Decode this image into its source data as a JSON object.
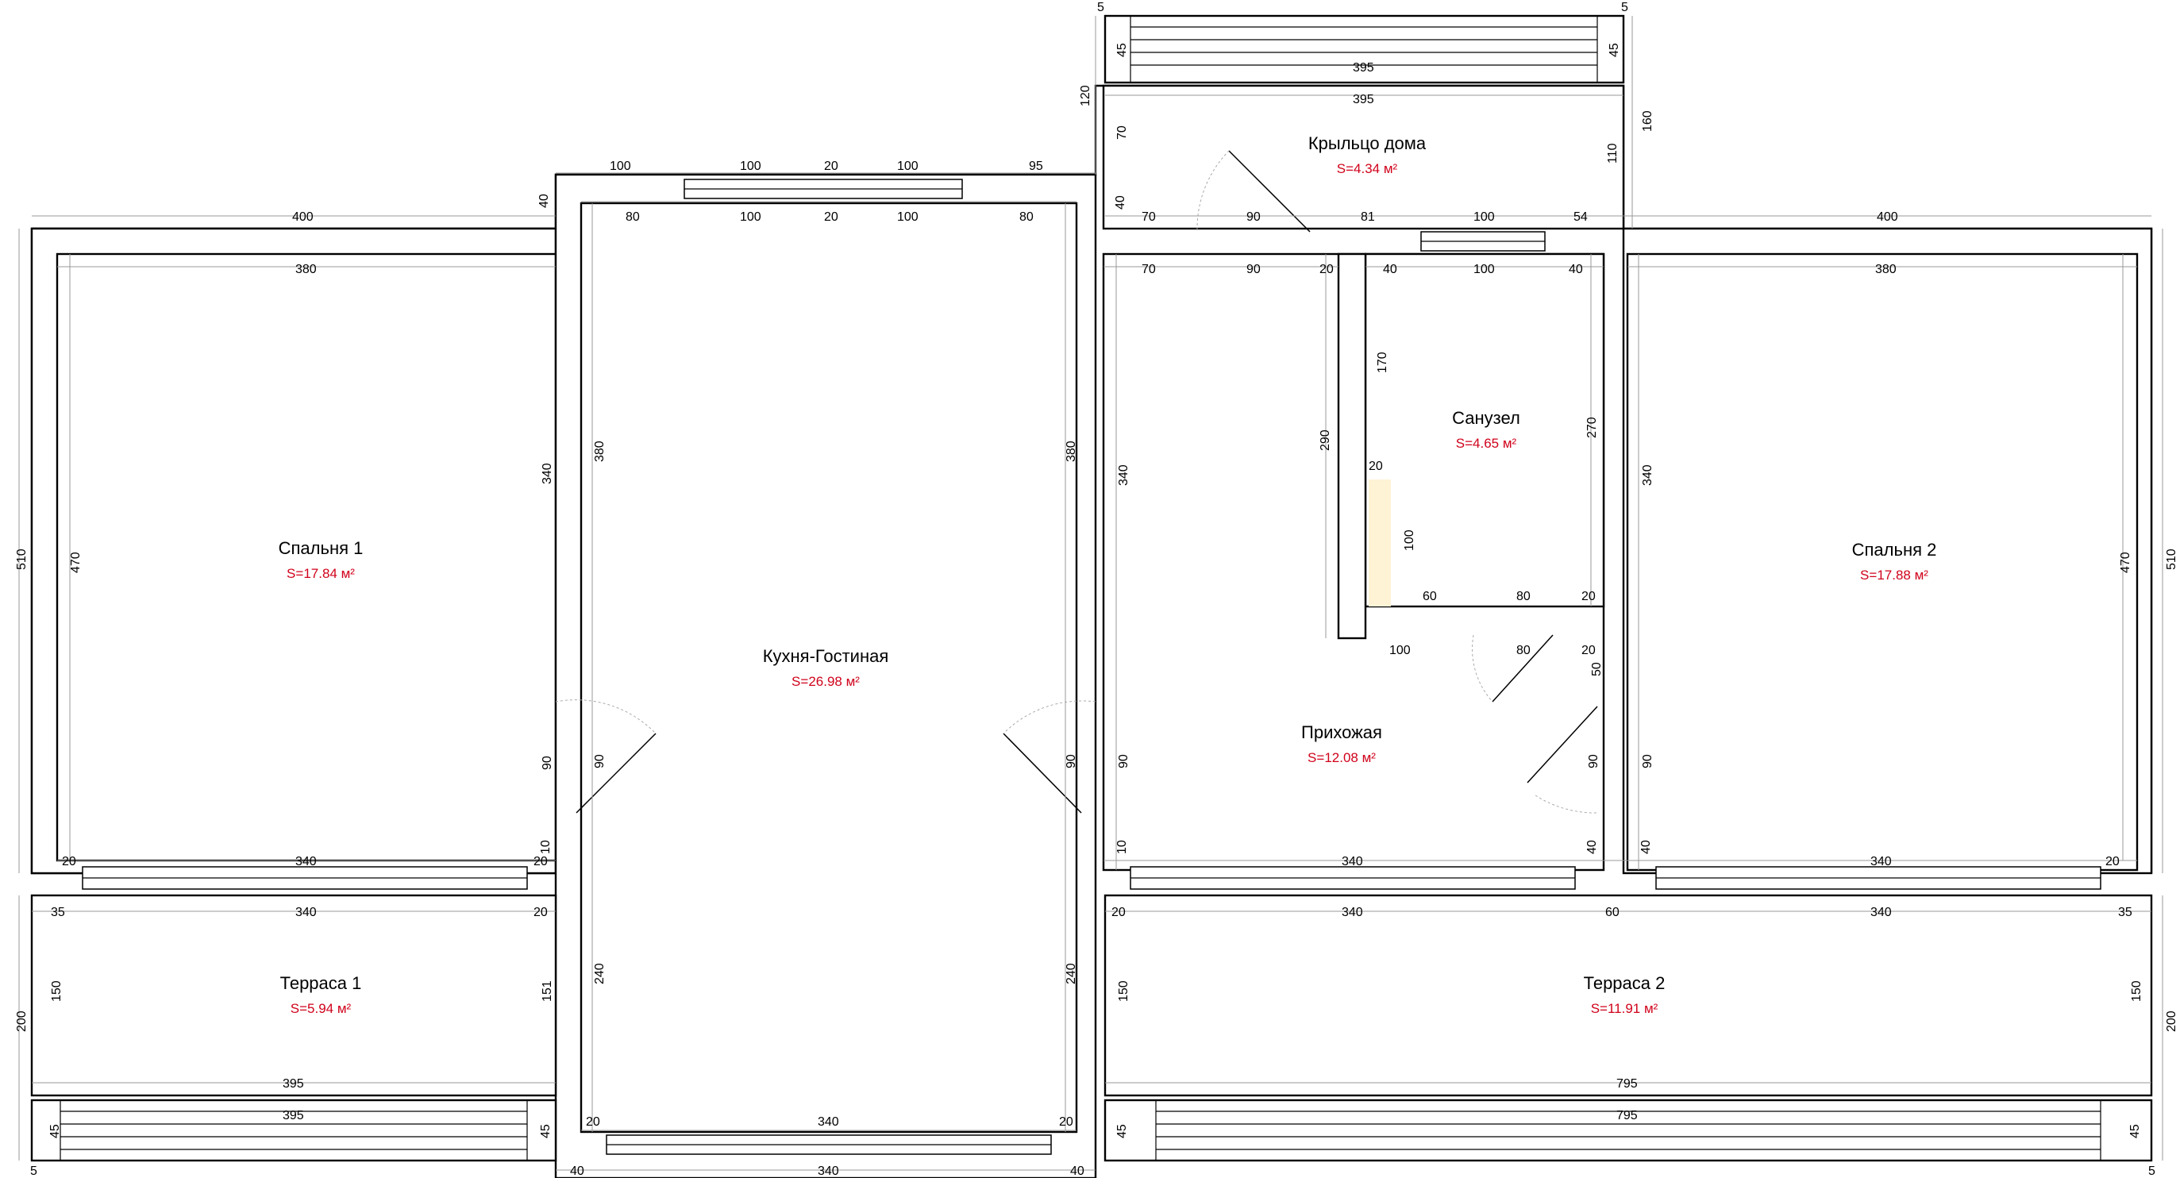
{
  "rooms": [
    {
      "name": "Спальня 1",
      "area": "S=17.84 м²"
    },
    {
      "name": "Кухня-Гостиная",
      "area": "S=26.98 м²"
    },
    {
      "name": "Крыльцо дома",
      "area": "S=4.34 м²"
    },
    {
      "name": "Санузел",
      "area": "S=4.65 м²"
    },
    {
      "name": "Прихожая",
      "area": "S=12.08 м²"
    },
    {
      "name": "Спальня 2",
      "area": "S=17.88 м²"
    },
    {
      "name": "Терраса 1",
      "area": "S=5.94 м²"
    },
    {
      "name": "Терраса 2",
      "area": "S=11.91 м²"
    }
  ],
  "dimensions": {
    "top_400_left": "400",
    "top_400_right": "400",
    "top_100a": "100",
    "top_100b": "100",
    "top_20a": "20",
    "top_100c": "100",
    "top_95": "95",
    "top_80a": "80",
    "top_100d": "100",
    "top_20b": "20",
    "top_100e": "100",
    "top_80b": "80",
    "top_40_left": "40",
    "top_120": "120",
    "porch_5_left": "5",
    "porch_5_right": "5",
    "porch_45_left": "45",
    "porch_45_right": "45",
    "porch_395a": "395",
    "porch_395b": "395",
    "porch_70": "70",
    "porch_40": "40",
    "porch_110": "110",
    "porch_160": "160",
    "porch_row_70": "70",
    "porch_row_90": "90",
    "porch_row_81": "81",
    "porch_row_100": "100",
    "porch_row_54": "54",
    "hall_70": "70",
    "hall_90": "90",
    "hall_20": "20",
    "bath_40a": "40",
    "bath_100": "100",
    "bath_40b": "40",
    "bath_170": "170",
    "bath_270": "270",
    "bath_290": "290",
    "bath_20": "20",
    "bath_100v": "100",
    "bath_60": "60",
    "bath_80": "80",
    "bath_20b": "20",
    "hall_100": "100",
    "hall_80": "80",
    "hall_20b": "20",
    "hall_50": "50",
    "br1_380": "380",
    "br1_340v": "340",
    "br1_470": "470",
    "br1_510": "510",
    "br1_90": "90",
    "br1_10": "10",
    "br1_20a": "20",
    "br1_340h": "340",
    "br1_20b": "20",
    "kit_380a": "380",
    "kit_380b": "380",
    "kit_90a": "90",
    "kit_90b": "90",
    "kit_240a": "240",
    "kit_240b": "240",
    "kit_20a": "20",
    "kit_340": "340",
    "kit_20b": "20",
    "kit_40a": "40",
    "kit_340b": "340",
    "kit_40b": "40",
    "hall_340v": "340",
    "hall_90v": "90",
    "hall_10": "10",
    "hall_340h": "340",
    "hall_90b": "90",
    "hall_90c": "90",
    "hall_40c": "40",
    "hall_40d": "40",
    "br2_380": "380",
    "br2_340v": "340",
    "br2_470": "470",
    "br2_510": "510",
    "br2_340h": "340",
    "br2_20": "20",
    "t1_35": "35",
    "t1_340": "340",
    "t1_20": "20",
    "t1_150": "150",
    "t1_151": "151",
    "t1_395": "395",
    "t1_395b": "395",
    "t1_200": "200",
    "t1_45a": "45",
    "t1_45b": "45",
    "t1_5": "5",
    "t2_20": "20",
    "t2_340a": "340",
    "t2_60": "60",
    "t2_340b": "340",
    "t2_35": "35",
    "t2_150a": "150",
    "t2_150b": "150",
    "t2_795a": "795",
    "t2_795b": "795",
    "t2_200": "200",
    "t2_45a": "45",
    "t2_45b": "45",
    "t2_5": "5"
  }
}
